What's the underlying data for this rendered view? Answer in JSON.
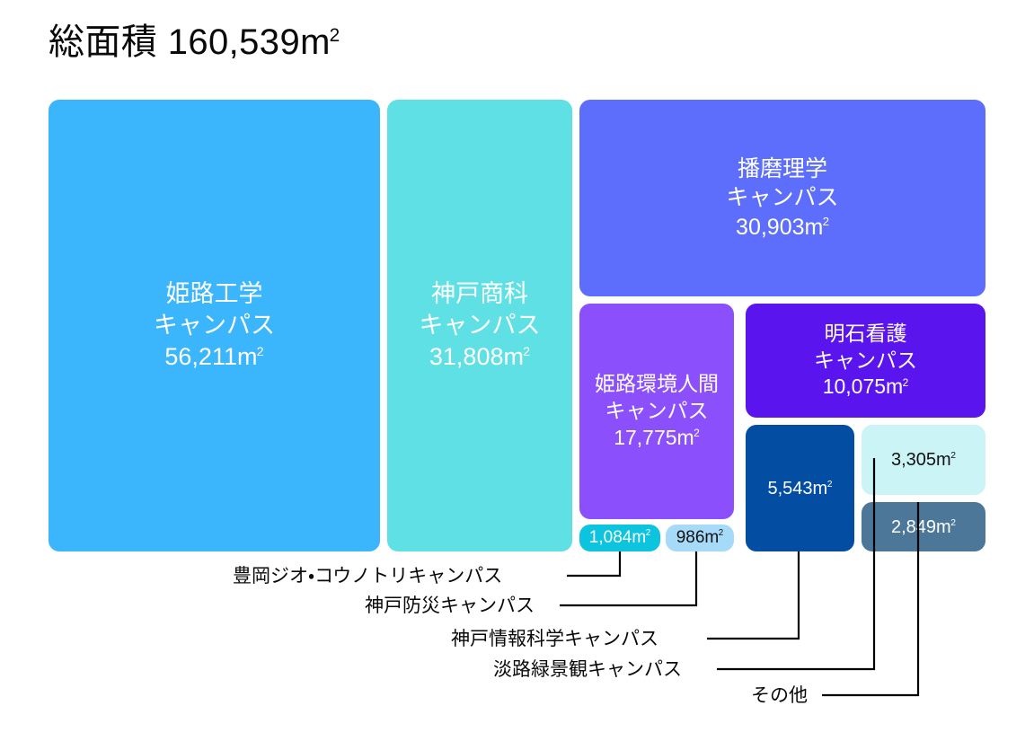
{
  "title": {
    "prefix": "総面積 160,539m",
    "superscript": "2",
    "full": "総面積 160,539㎡"
  },
  "units": {
    "sq_meter_base": "m",
    "sq_meter_sup": "2"
  },
  "colors": {
    "background": "#ffffff",
    "text_dark": "#111111",
    "text_light": "#ffffff",
    "leader_line": "#000000",
    "himeji_kogaku": "#3bb5fc",
    "kobe_shoka": "#5ee0e4",
    "harima_rigaku": "#5c6efb",
    "himeji_kankyo": "#8c4ffc",
    "akashi_kango": "#5a14ee",
    "kobe_johokagaku": "#034ea2",
    "awaji": "#cbf4f7",
    "sonota": "#4c7799",
    "toyooka": "#0cc4de",
    "kobe_bosai": "#a5daf8"
  },
  "chart_data": {
    "type": "treemap",
    "title": "総面積 160,539㎡",
    "total": 160539,
    "unit": "m2",
    "nodes": [
      {
        "id": "himeji-kogaku",
        "name": "姫路工学\nキャンパス",
        "label_name": "姫路工学キャンパス",
        "value": 56211,
        "value_text": "56,211m",
        "color": "#3bb5fc",
        "text_color": "#ffffff",
        "labeled_in_tile": true
      },
      {
        "id": "kobe-shoka",
        "name": "神戸商科\nキャンパス",
        "label_name": "神戸商科キャンパス",
        "value": 31808,
        "value_text": "31,808m",
        "color": "#5ee0e4",
        "text_color": "#ffffff",
        "labeled_in_tile": true
      },
      {
        "id": "harima-rigaku",
        "name": "播磨理学\nキャンパス",
        "label_name": "播磨理学キャンパス",
        "value": 30903,
        "value_text": "30,903m",
        "color": "#5c6efb",
        "text_color": "#ffffff",
        "labeled_in_tile": true
      },
      {
        "id": "himeji-kankyo",
        "name": "姫路環境人間\nキャンパス",
        "label_name": "姫路環境人間キャンパス",
        "value": 17775,
        "value_text": "17,775m",
        "color": "#8c4ffc",
        "text_color": "#ffffff",
        "labeled_in_tile": true
      },
      {
        "id": "akashi-kango",
        "name": "明石看護\nキャンパス",
        "label_name": "明石看護キャンパス",
        "value": 10075,
        "value_text": "10,075m",
        "color": "#5a14ee",
        "text_color": "#ffffff",
        "labeled_in_tile": true
      },
      {
        "id": "kobe-johokagaku",
        "name": "",
        "label_name": "神戸情報科学キャンパス",
        "value": 5543,
        "value_text": "5,543m",
        "color": "#034ea2",
        "text_color": "#ffffff",
        "labeled_in_tile": false
      },
      {
        "id": "awaji",
        "name": "",
        "label_name": "淡路緑景観キャンパス",
        "value": 3305,
        "value_text": "3,305m",
        "color": "#cbf4f7",
        "text_color": "#111111",
        "labeled_in_tile": false
      },
      {
        "id": "sonota",
        "name": "",
        "label_name": "その他",
        "value": 2849,
        "value_text": "2,849m",
        "color": "#4c7799",
        "text_color": "#ffffff",
        "labeled_in_tile": false
      },
      {
        "id": "toyooka",
        "name": "",
        "label_name": "豊岡ジオ・コウノトリキャンパス",
        "value": 1084,
        "value_text": "1,084m",
        "color": "#0cc4de",
        "text_color": "#ffffff",
        "labeled_in_tile": false
      },
      {
        "id": "kobe-bosai",
        "name": "",
        "label_name": "神戸防災キャンパス",
        "value": 986,
        "value_text": "986m",
        "color": "#a5daf8",
        "text_color": "#111111",
        "labeled_in_tile": false
      }
    ]
  },
  "tiles": {
    "himeji_kogaku": {
      "name": "姫路工学\nキャンパス",
      "value": "56,211m"
    },
    "kobe_shoka": {
      "name": "神戸商科\nキャンパス",
      "value": "31,808m"
    },
    "harima_rigaku": {
      "name": "播磨理学\nキャンパス",
      "value": "30,903m"
    },
    "himeji_kankyo": {
      "name": "姫路環境人間\nキャンパス",
      "value": "17,775m"
    },
    "akashi_kango": {
      "name": "明石看護\nキャンパス",
      "value": "10,075m"
    },
    "kobe_johokagaku": {
      "name": "",
      "value": "5,543m"
    },
    "awaji": {
      "name": "",
      "value": "3,305m"
    },
    "sonota": {
      "name": "",
      "value": "2,849m"
    },
    "toyooka": {
      "name": "",
      "value": "1,084m"
    },
    "kobe_bosai": {
      "name": "",
      "value": "986m"
    }
  },
  "callouts": [
    {
      "id": "toyooka",
      "label": "豊岡ジオ・コウノトリキャンパス"
    },
    {
      "id": "kobe-bosai",
      "label": "神戸防災キャンパス"
    },
    {
      "id": "kobe-johokagaku",
      "label": "神戸情報科学キャンパス"
    },
    {
      "id": "awaji",
      "label": "淡路緑景観キャンパス"
    },
    {
      "id": "sonota",
      "label": "その他"
    }
  ]
}
